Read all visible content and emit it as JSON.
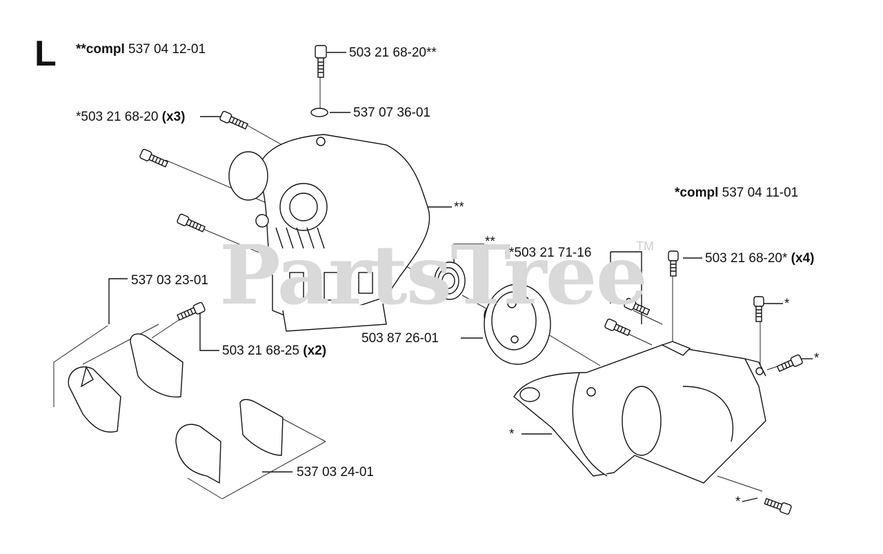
{
  "section": "L",
  "watermark": {
    "text": "PartsTree",
    "tm": "TM"
  },
  "kits": {
    "upper": {
      "prefix": "**compl",
      "number": "537 04 12-01"
    },
    "lower": {
      "prefix": "*compl",
      "number": "537 04 11-01"
    }
  },
  "callouts": {
    "screw_top": "503 21 68-20**",
    "circlip": "537 07 36-01",
    "screw_x3": {
      "number": "*503 21 68-20",
      "qty": "(x3)"
    },
    "housing_marker": "**",
    "bearing_marker": "**",
    "screw_7116": "*503 21 71-16",
    "screw_x4": {
      "number": "503 21 68-20*",
      "qty": "(x4)"
    },
    "shell_a": "537 03 23-01",
    "screw_x2": {
      "number": "503 21 68-25",
      "qty": "(x2)"
    },
    "clutch_drum": "503 87 26-01",
    "star_1": "*",
    "star_2": "*",
    "star_3": "*",
    "star_4": "*",
    "shell_b": "537 03 24-01"
  }
}
